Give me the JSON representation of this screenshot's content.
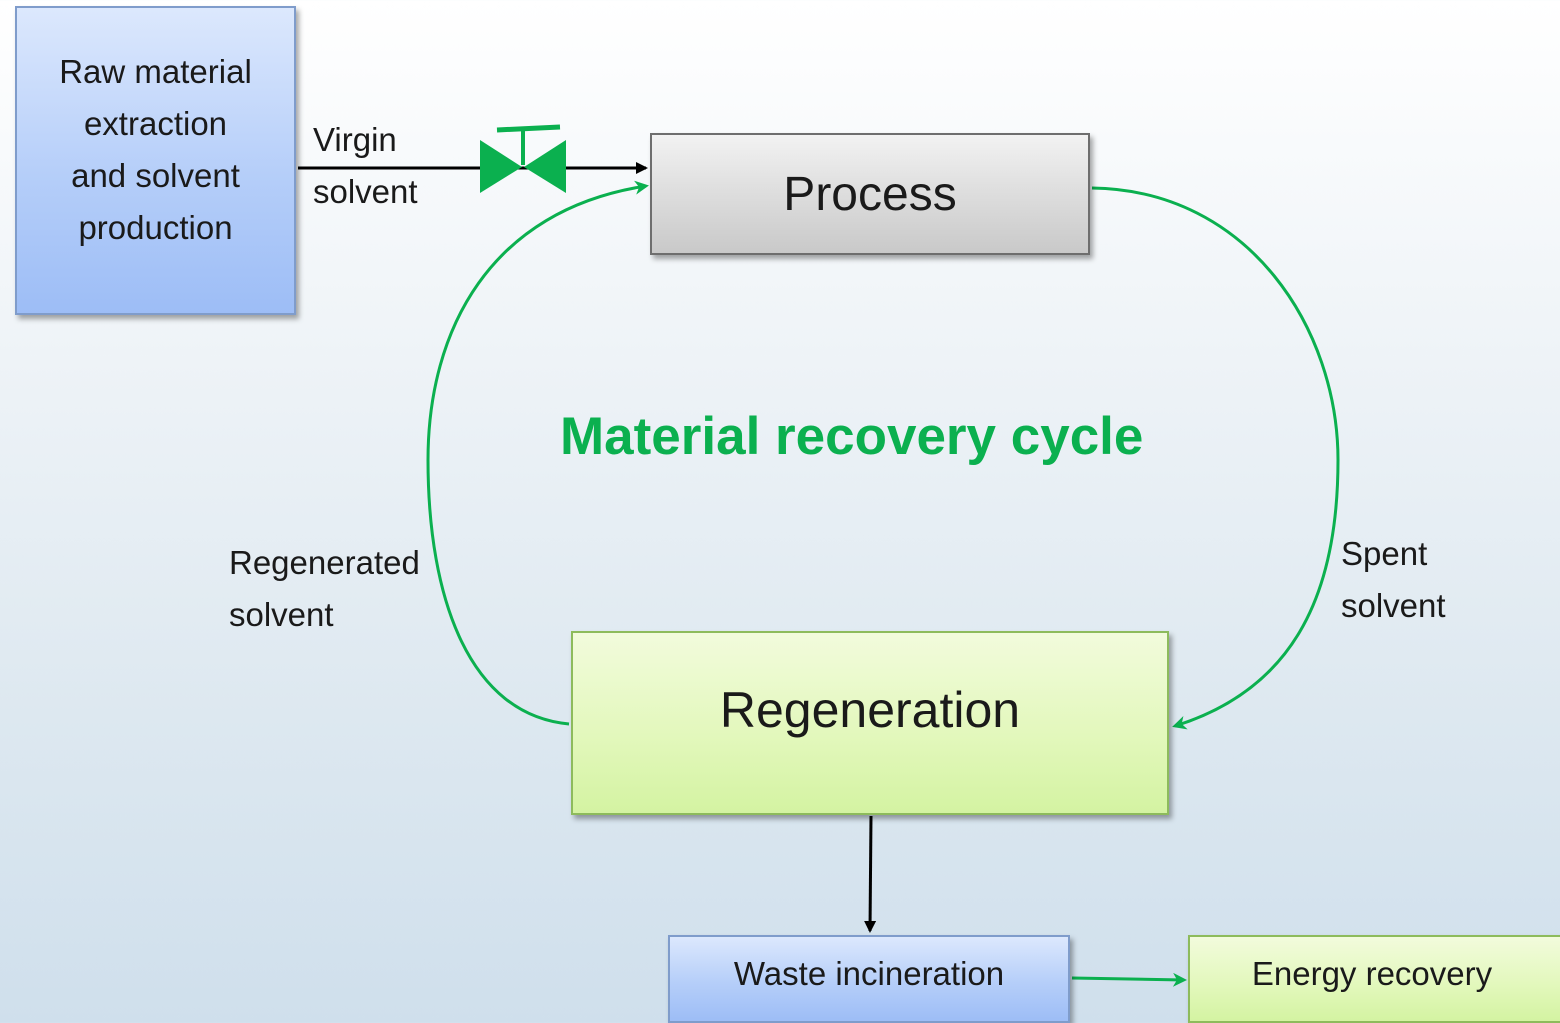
{
  "boxes": {
    "raw_material": "Raw material\nextraction\nand solvent\nproduction",
    "process": "Process",
    "regeneration": "Regeneration",
    "waste_incineration": "Waste incineration",
    "energy_recovery": "Energy recovery"
  },
  "labels": {
    "virgin_solvent": "Virgin\nsolvent",
    "regenerated_solvent": "Regenerated\nsolvent",
    "spent_solvent": "Spent\nsolvent"
  },
  "cycle_title": "Material recovery cycle",
  "colors": {
    "cycle_green": "#0bb04f",
    "arrow_black": "#000000",
    "valve_green": "#0bb04f"
  },
  "icons": {
    "valve": "valve-icon"
  }
}
